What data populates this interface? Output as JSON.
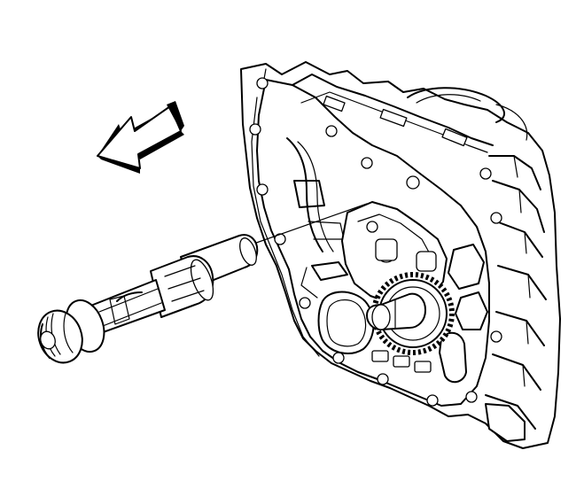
{
  "figure": {
    "subject": "engine-front-cover-illustration",
    "colors": {
      "stroke": "#000000",
      "background": "#ffffff"
    },
    "parts": [
      {
        "name": "direction-arrow",
        "icon": "arrow-left-3d"
      },
      {
        "name": "tensioner-assembly",
        "icon": "tensioner"
      },
      {
        "name": "engine-block",
        "icon": "engine-block"
      },
      {
        "name": "crankshaft-sprocket",
        "icon": "sprocket"
      },
      {
        "name": "leader-line",
        "icon": "line"
      }
    ]
  }
}
